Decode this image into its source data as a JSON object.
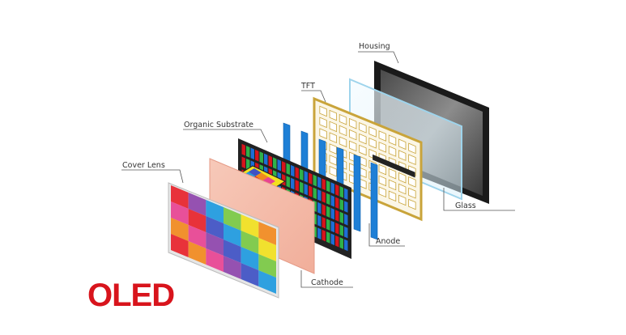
{
  "diagram": {
    "logo_text": "OLED",
    "labels": {
      "housing": "Housing",
      "tft": "TFT",
      "organic_substrate": "Organic Substrate",
      "cover_lens": "Cover Lens",
      "glass": "Glass",
      "anode": "Anode",
      "cathode": "Cathode"
    },
    "colors": {
      "label_text": "#333333",
      "leader_line": "#555555",
      "logo": "#d8141c",
      "housing_frame": "#1a1a1a",
      "glass_edge": "#9ed4ec",
      "tft_frame": "#c9a43a",
      "anode_strip": "#1e7fd6",
      "cathode": "#f2b8a8"
    },
    "cover_lens_palette": [
      "#e8232b",
      "#f28a1e",
      "#f2e11e",
      "#7ac943",
      "#1e9ae0",
      "#3f51c4",
      "#8e44ad",
      "#e84393"
    ]
  }
}
